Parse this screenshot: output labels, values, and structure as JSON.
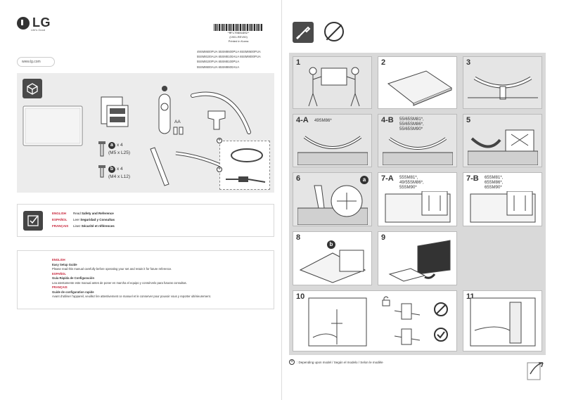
{
  "brand": {
    "logo": "LG",
    "tagline": "Life's Good"
  },
  "barcode": {
    "number": "*MFL70881902*",
    "rev": "(1901-REV00)",
    "printed": "Printed in Korea"
  },
  "models": [
    "49SM8600PUA  55SM8600PUA  65SM8600PUA",
    "55SM8100AUA  65SM8100AUA  65SM9000PUA",
    "55SM8100PUA  65SM8100PUA",
    "55SM8600AUA  65SM8600AUA"
  ],
  "url": "www.lg.com",
  "accessories": {
    "screw_a": {
      "letter": "a",
      "count": "x 4",
      "size": "(M5 x L25)"
    },
    "screw_b": {
      "letter": "b",
      "count": "x 4",
      "size": "(M4 x L12)"
    },
    "battery": "AA"
  },
  "safety": [
    {
      "lang": "ENGLISH",
      "prefix": "Read ",
      "text": "Safety and Reference"
    },
    {
      "lang": "ESPAÑOL",
      "prefix": "Leer ",
      "text": "Seguridad y Consultas"
    },
    {
      "lang": "FRANÇAIS",
      "prefix": "Lisez ",
      "text": "Sécurité et références"
    }
  ],
  "guide": [
    {
      "lang": "ENGLISH",
      "title": "Easy Setup Guide",
      "body": "Please read this manual carefully before operating your set and retain it for future reference."
    },
    {
      "lang": "ESPAÑOL",
      "title": "Guía Rápida de Configuración",
      "body": "Lea atentamente este manual antes de poner en marcha el equipo y consérvelo para futuras consultas."
    },
    {
      "lang": "FRANÇAIS",
      "title": "Guide de configuration rapide",
      "body": "Avant d'utiliser l'appareil, veuillez lire attentivement ce manuel et le conserver pour pouvoir vous y reporter ultérieurement."
    }
  ],
  "steps": {
    "s1": "1",
    "s2": "2",
    "s3": "3",
    "s4a": "4-A",
    "s4a_sub": "49SM86*",
    "s4b": "4-B",
    "s4b_sub": [
      "55/65SM81*,",
      "55/65SM86*,",
      "55/65SM90*"
    ],
    "s5": "5",
    "s6": "6",
    "s7a": "7-A",
    "s7a_sub": [
      "55SM81*,",
      "49/55SM86*,",
      "55SM90*"
    ],
    "s7b": "7-B",
    "s7b_sub": [
      "65SM81*,",
      "65SM86*,",
      "65SM90*"
    ],
    "s8": "8",
    "s9": "9",
    "s10": "10",
    "s11": "11",
    "badge_a": "a",
    "badge_b": "b"
  },
  "footnote": ": Depending upon model / Según el modelo / Selon le modèle"
}
